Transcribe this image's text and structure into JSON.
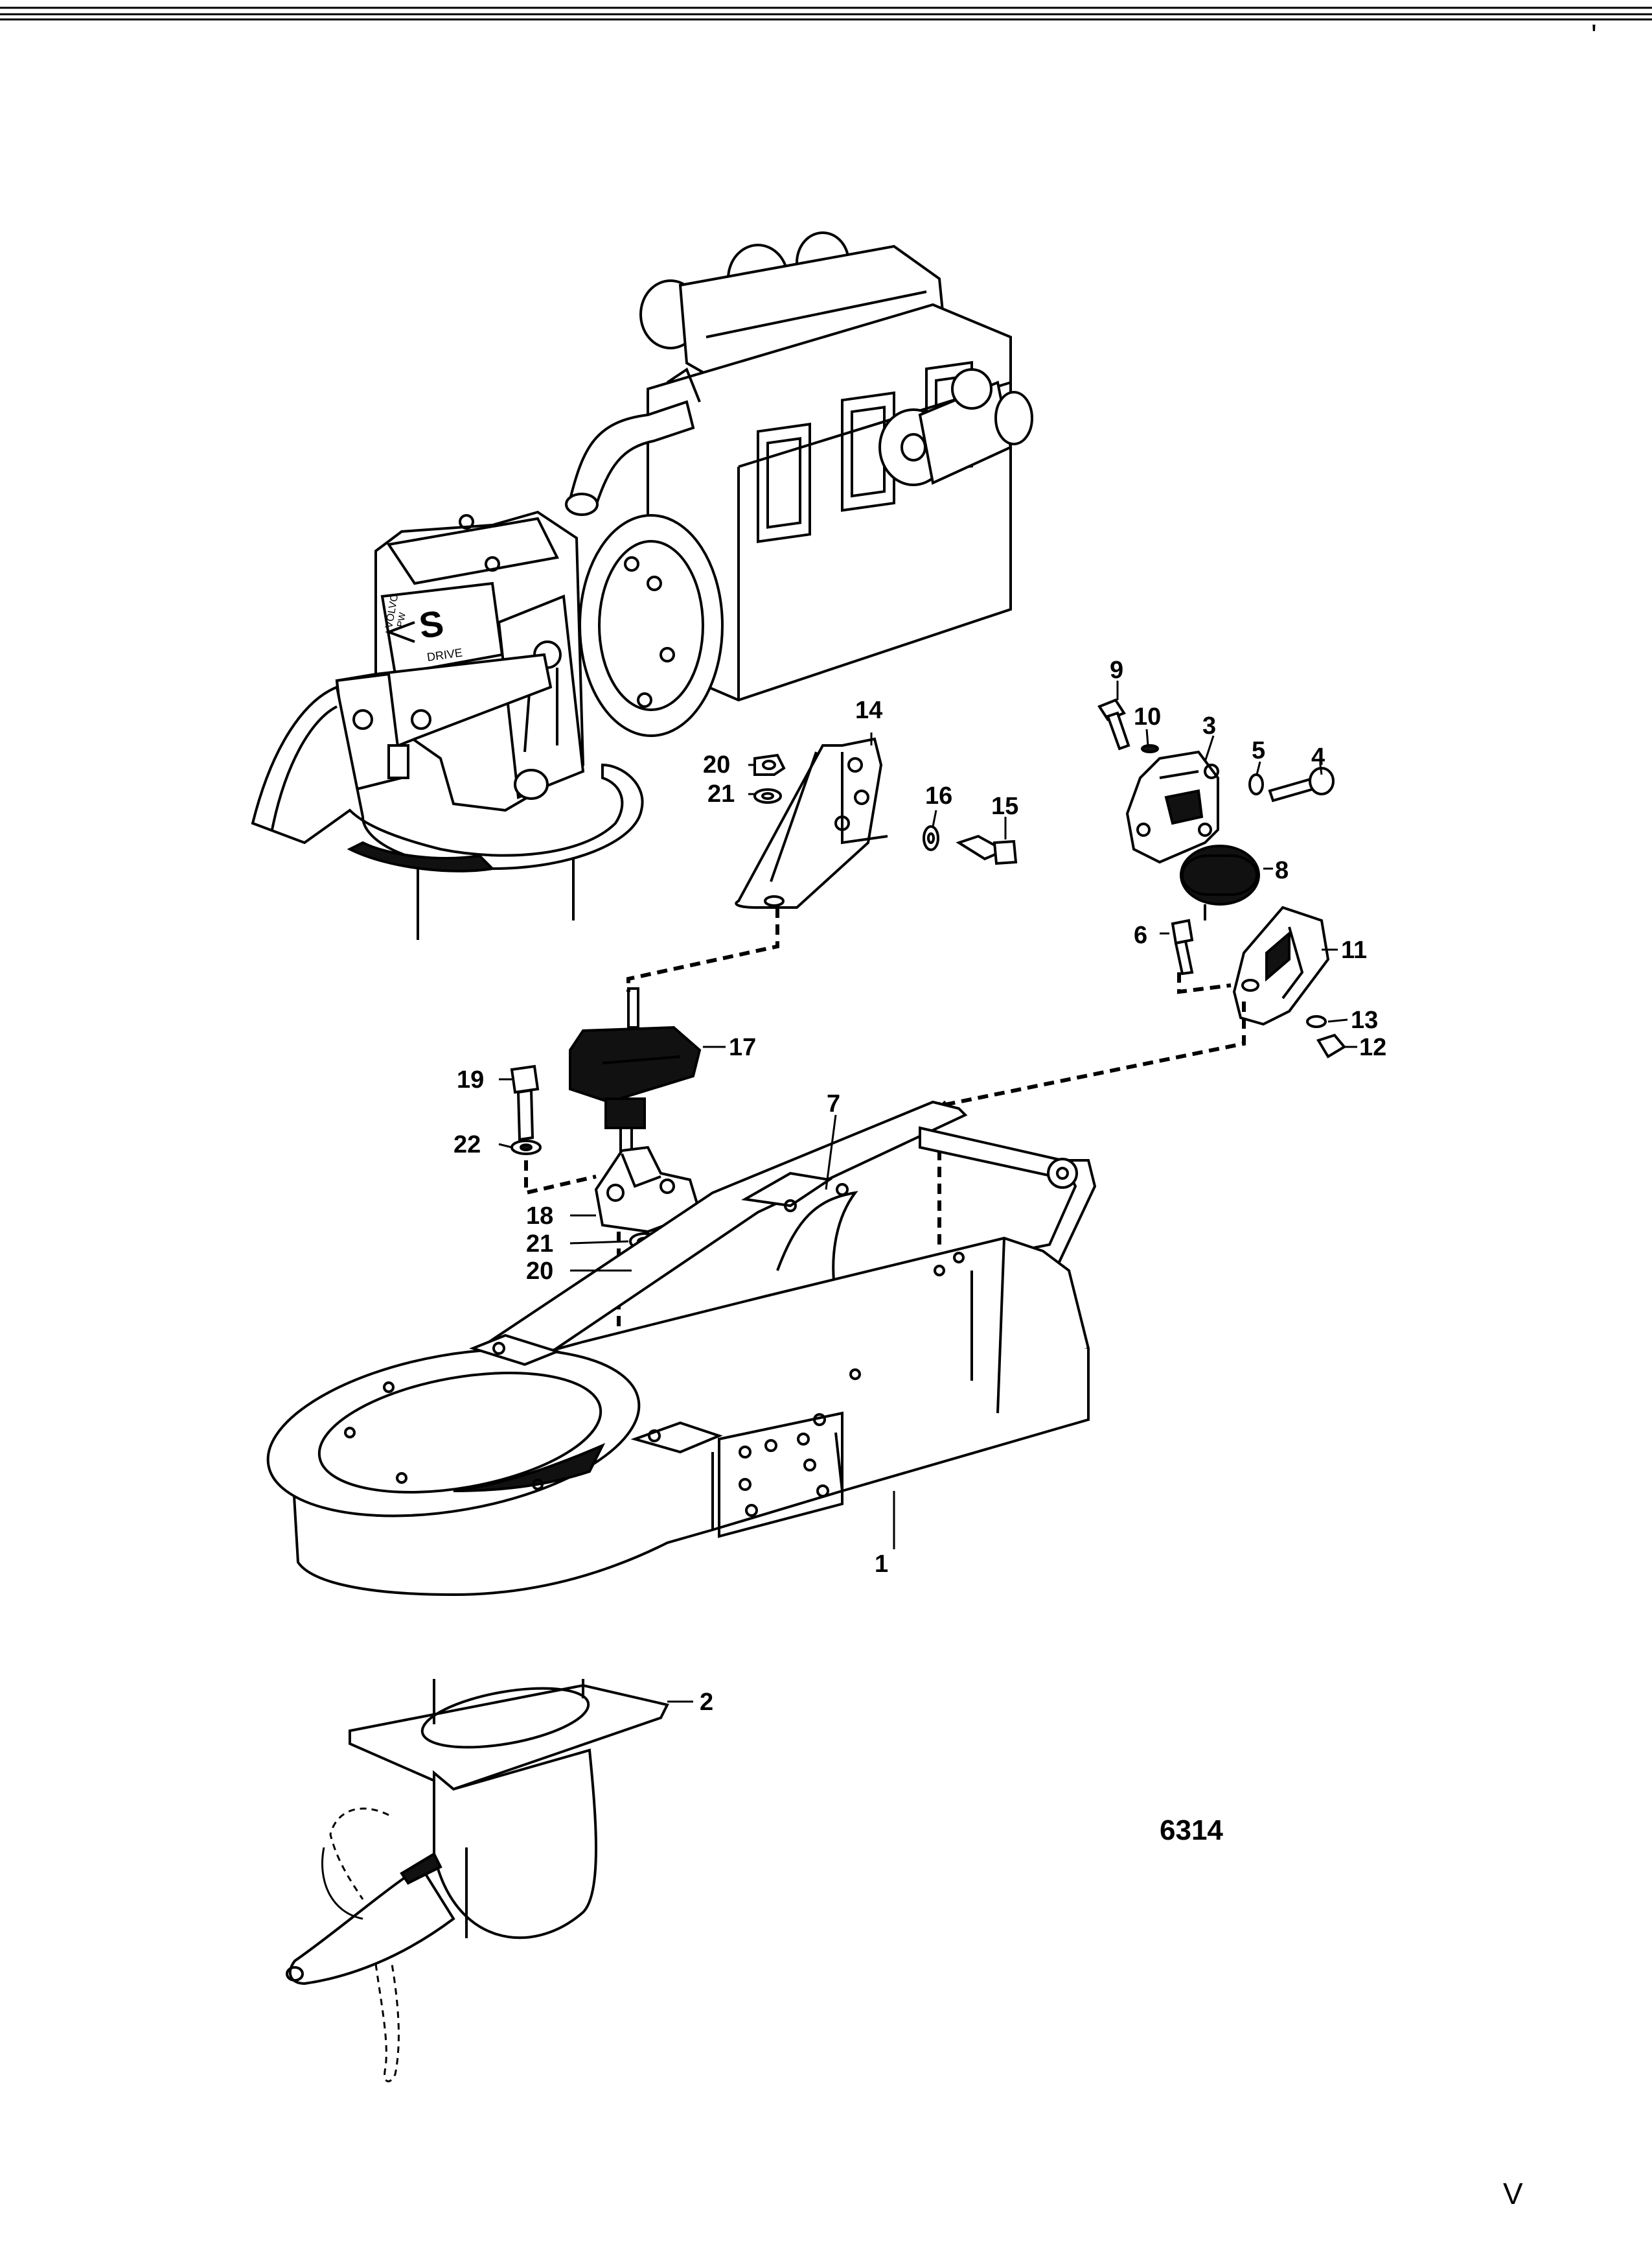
{
  "figure_number": "6314",
  "engine_badge": {
    "brand": "VOLVO",
    "sub": "PW",
    "drive_letter": "S",
    "drive_word": "DRIVE"
  },
  "corner_marks": {
    "top_right": "'",
    "bottom_right": "V"
  },
  "callouts": {
    "c1": "1",
    "c2": "2",
    "c3": "3",
    "c4": "4",
    "c5": "5",
    "c6": "6",
    "c7": "7",
    "c8": "8",
    "c9": "9",
    "c10": "10",
    "c11": "11",
    "c12": "12",
    "c13": "13",
    "c14": "14",
    "c15": "15",
    "c16": "16",
    "c17": "17",
    "c18": "18",
    "c19": "19",
    "c20a": "20",
    "c20b": "20",
    "c21a": "21",
    "c21b": "21",
    "c22": "22"
  }
}
